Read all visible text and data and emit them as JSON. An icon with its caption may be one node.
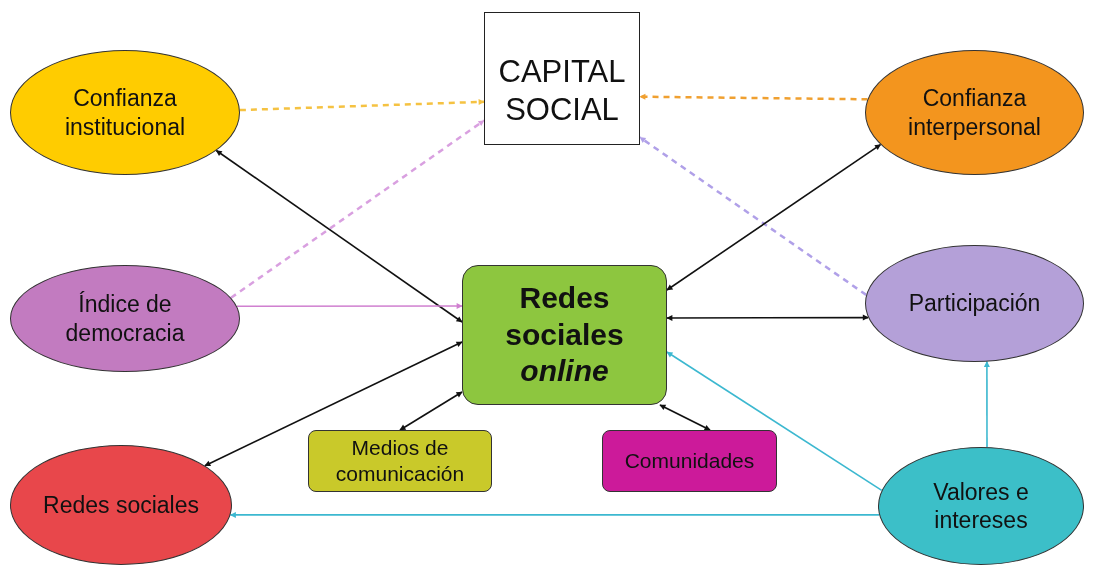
{
  "diagram": {
    "nodes": [
      {
        "text": [
          "CAPITAL SOCIAL"
        ]
      },
      {
        "text": [
          "Confianza institucional"
        ]
      },
      {
        "text": [
          "Confianza interpersonal"
        ]
      },
      {
        "text": [
          "Índice de democracia"
        ]
      },
      {
        "text": [
          "Redes sociales *online*"
        ]
      },
      {
        "text": [
          "Participación"
        ]
      },
      {
        "text": [
          "Medios de comunicación"
        ]
      },
      {
        "text": [
          "Comunidades"
        ]
      },
      {
        "text": [
          "Redes sociales"
        ]
      },
      {
        "text": [
          "Valores e intereses"
        ]
      }
    ],
    "edges": [
      {
        "from": 1,
        "to": 0,
        "arrow": "to",
        "style": "dashed",
        "color": "#f5c242"
      },
      {
        "from": 2,
        "to": 0,
        "arrow": "to",
        "style": "dashed",
        "color": "#f0a030"
      },
      {
        "from": 3,
        "to": 0,
        "arrow": "to",
        "style": "dashed",
        "color": "#d9a0e0"
      },
      {
        "from": 5,
        "to": 0,
        "arrow": "to",
        "style": "dashed",
        "color": "#b0a0e8"
      },
      {
        "from": 1,
        "to": 4,
        "arrow": "both"
      },
      {
        "from": 2,
        "to": 4,
        "arrow": "both"
      },
      {
        "from": 3,
        "to": 4,
        "arrow": "to",
        "color": "#d080d0"
      },
      {
        "from": 4,
        "to": 5,
        "arrow": "both"
      },
      {
        "from": 8,
        "to": 4,
        "arrow": "both"
      },
      {
        "from": 6,
        "to": 4,
        "arrow": "both"
      },
      {
        "from": 7,
        "to": 4,
        "arrow": "both"
      },
      {
        "from": 9,
        "to": 4,
        "arrow": "to",
        "color": "#3cb8d0"
      },
      {
        "from": 9,
        "to": 5,
        "arrow": "to",
        "color": "#3cb8d0"
      },
      {
        "from": 9,
        "to": 8,
        "arrow": "to",
        "color": "#3cb8d0"
      }
    ]
  }
}
